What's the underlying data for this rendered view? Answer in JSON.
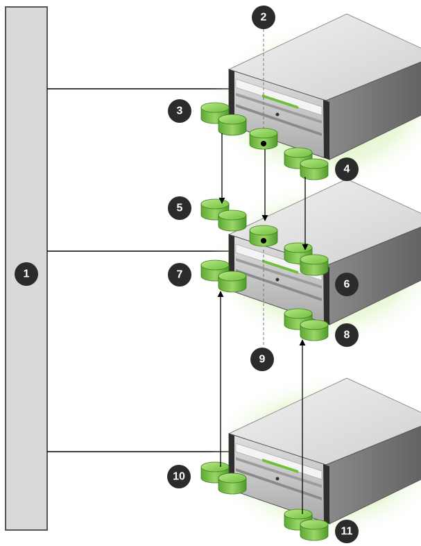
{
  "callouts": {
    "c1": "1",
    "c2": "2",
    "c3": "3",
    "c4": "4",
    "c5": "5",
    "c6": "6",
    "c7": "7",
    "c8": "8",
    "c9": "9",
    "c10": "10",
    "c11": "11"
  },
  "colors": {
    "bus_fill": "#d9d9d9",
    "server_body": "#bfbfbf",
    "server_top": "#e6e6e6",
    "server_front": "#3a3a3a",
    "disk_green": "#8dcf5a",
    "disk_green_dark": "#4e9a2a",
    "glow": "#c8ec9a",
    "callout_bg": "#2b2b2b",
    "line": "#000000"
  }
}
